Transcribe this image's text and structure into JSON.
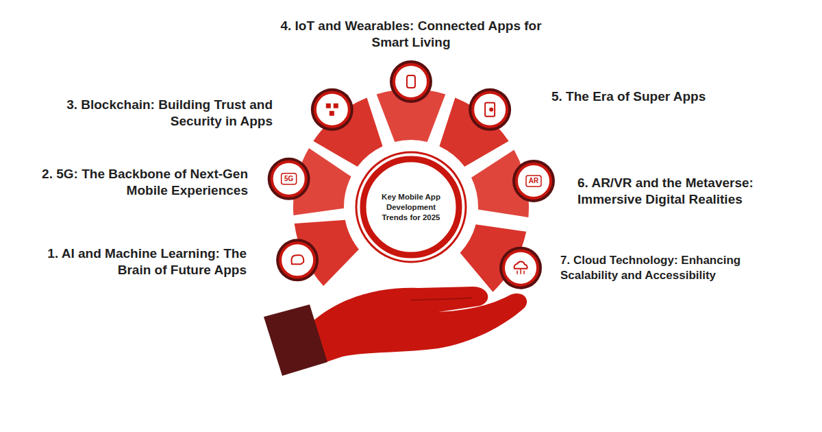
{
  "diagram": {
    "nodes": [
      {
        "text": [
          "Key Mobile App Development Trends for 2025"
        ]
      },
      {
        "text": [
          "1. AI and Machine Learning: The Brain of Future Apps"
        ]
      },
      {
        "text": [
          "2. 5G: The Backbone of Next-Gen Mobile Experiences"
        ]
      },
      {
        "text": [
          "3. Blockchain: Building Trust and Security in Apps"
        ]
      },
      {
        "text": [
          "4. IoT and Wearables: Connected Apps for Smart Living"
        ]
      },
      {
        "text": [
          "5. The Era of Super Apps"
        ]
      },
      {
        "text": [
          "6. AR/VR and the Metaverse: Immersive Digital Realities"
        ]
      },
      {
        "text": [
          "7. Cloud Technology: Enhancing Scalability and Accessibility"
        ]
      }
    ],
    "labels": [
      "5G",
      "AR"
    ]
  }
}
